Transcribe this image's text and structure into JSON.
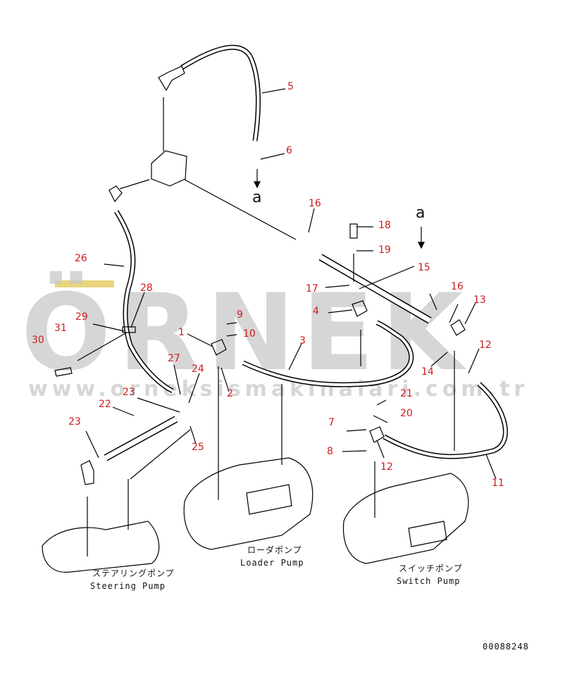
{
  "watermark": {
    "logo": "ÖRNEK",
    "url": "www.orneksismakinalari.com.tr"
  },
  "callouts": {
    "n1": "1",
    "n2": "2",
    "n3": "3",
    "n4": "4",
    "n5": "5",
    "n6": "6",
    "n7": "7",
    "n8": "8",
    "n9": "9",
    "n10": "10",
    "n11": "11",
    "n12a": "12",
    "n12b": "12",
    "n13": "13",
    "n14": "14",
    "n15": "15",
    "n16a": "16",
    "n16b": "16",
    "n17": "17",
    "n18": "18",
    "n19": "19",
    "n20": "20",
    "n21": "21",
    "n22": "22",
    "n23a": "23",
    "n23b": "23",
    "n24": "24",
    "n25": "25",
    "n26": "26",
    "n27": "27",
    "n28": "28",
    "n29": "29",
    "n30": "30",
    "n31": "31"
  },
  "arrows": {
    "a1": "a",
    "a2": "a"
  },
  "pumps": {
    "steering_jp": "ステアリングポンプ",
    "steering_en": "Steering Pump",
    "loader_jp": "ローダポンプ",
    "loader_en": "Loader Pump",
    "switch_jp": "スイッチポンプ",
    "switch_en": "Switch Pump"
  },
  "drawing_number": "00088248"
}
